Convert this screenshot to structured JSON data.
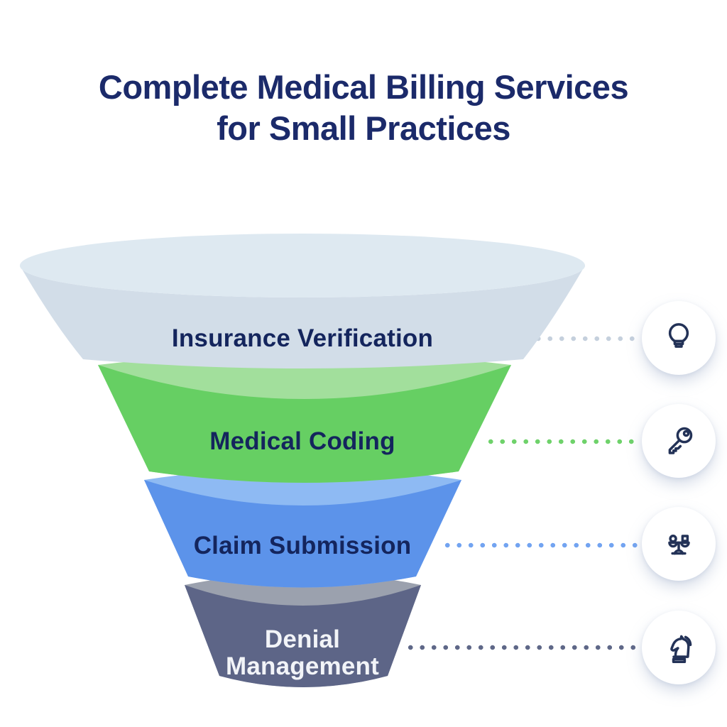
{
  "title": {
    "line1": "Complete Medical Billing Services",
    "line2": "for Small Practices"
  },
  "funnel": {
    "stages": [
      {
        "label": "Insurance Verification",
        "icon": "lightbulb-icon",
        "colors": {
          "body": "#d2dde8",
          "lip": "#dee9f1",
          "dots": "#c5d0dd",
          "label": "#14255d"
        }
      },
      {
        "label": "Medical Coding",
        "icon": "key-icon",
        "colors": {
          "body": "#66cf63",
          "lip": "#a2df9c",
          "dots": "#6fd26b",
          "label": "#14255d"
        }
      },
      {
        "label": "Claim Submission",
        "icon": "balance-scale-icon",
        "colors": {
          "body": "#5c93ea",
          "lip": "#8ebaf3",
          "dots": "#73a4f1",
          "label": "#14255d"
        }
      },
      {
        "label": "Denial\nManagement",
        "icon": "chess-knight-icon",
        "colors": {
          "body": "#5d6587",
          "lip": "#9ba1ae",
          "dots": "#5f6888",
          "label": "#f2f4f8"
        }
      }
    ]
  },
  "palette": {
    "page_bg": "#ffffff",
    "title_color": "#1b2a6a",
    "icon_stroke": "#233257",
    "icon_circle_fill": "#ffffff"
  }
}
